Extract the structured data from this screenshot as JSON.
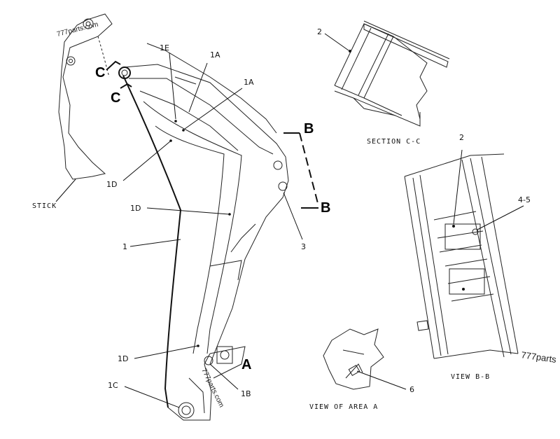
{
  "watermark": {
    "top_left": "777parts.com",
    "right": "777parts",
    "center": "777parts.com"
  },
  "labels": {
    "stick": "STICK",
    "section_c": "C",
    "section_b": "B",
    "area_a": "A",
    "part_1": "1",
    "part_1a_upper": "1A",
    "part_1a_lower": "1A",
    "part_1b": "1B",
    "part_1c": "1C",
    "part_1d_upper": "1D",
    "part_1d_middle": "1D",
    "part_1d_lower": "1D",
    "part_1e": "1E",
    "part_2_section": "2",
    "part_2_view": "2",
    "part_3": "3",
    "part_4_5": "4-5",
    "part_6": "6"
  },
  "captions": {
    "section_cc": "SECTION C-C",
    "view_bb": "VIEW B-B",
    "view_area_a": "VIEW OF AREA A"
  }
}
